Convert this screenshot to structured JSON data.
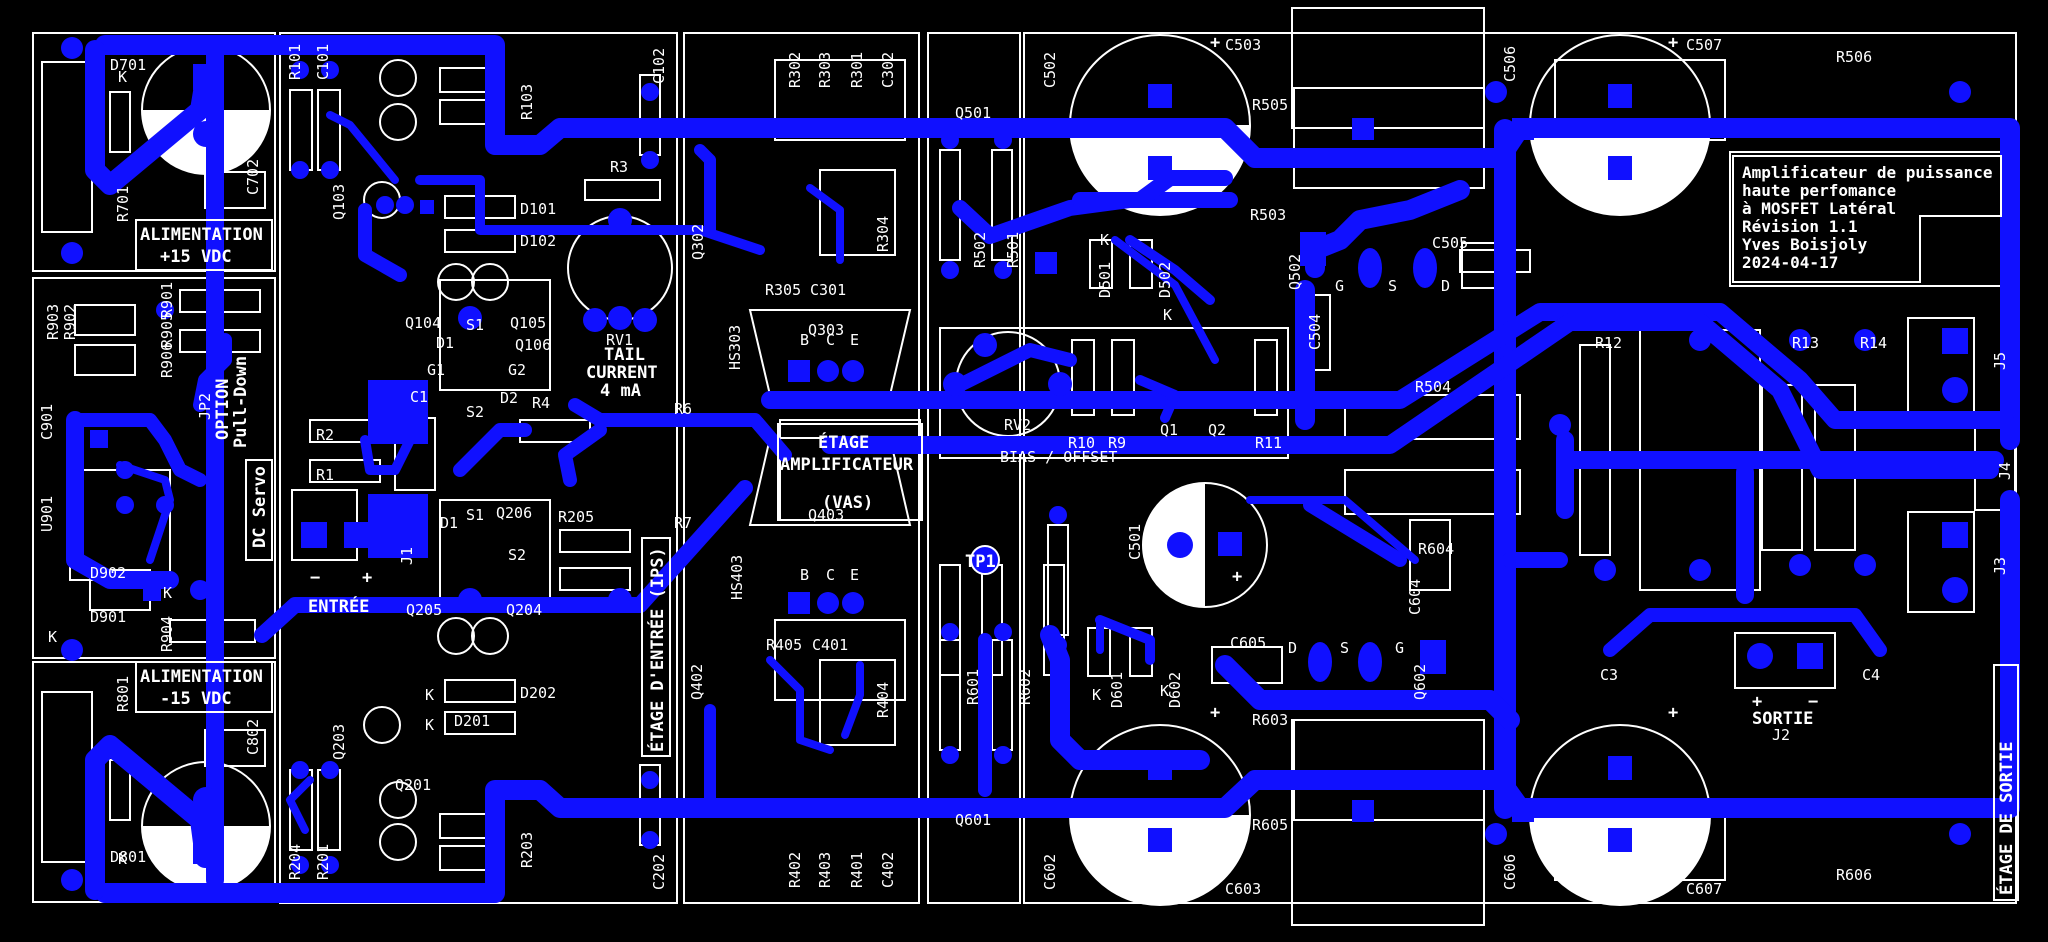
{
  "colors": {
    "board_background": "#000000",
    "copper": "#1010ff",
    "copper_light": "#4b4bff",
    "silkscreen": "#ffffff"
  },
  "title_block": {
    "line1": "Amplificateur de puissance",
    "line2": "haute perfomance",
    "line3": "à MOSFET Latéral",
    "line4": "Révision 1.1",
    "line5": "Yves Boisjoly",
    "line6": "2024-04-17"
  },
  "section_labels": {
    "psu_pos_1": "ALIMENTATION",
    "psu_pos_2": "+15 VDC",
    "psu_neg_1": "ALIMENTATION",
    "psu_neg_2": "-15 VDC",
    "dc_servo": "DC Servo",
    "jp2_1": "JP2",
    "jp2_2": "OPTION",
    "jp2_3": "Pull-Down",
    "tail_1": "TAIL",
    "tail_2": "CURRENT",
    "tail_3": "4 mA",
    "vas_1": "ÉTAGE",
    "vas_2": "AMPLIFICATEUR",
    "vas_3": "(VAS)",
    "input_stage": "ÉTAGE D'ENTRÉE (IPS)",
    "entree": "ENTRÉE",
    "sortie": "SORTIE",
    "tp1": "TP1",
    "bias": "BIAS / OFFSET",
    "output_stage": "ÉTAGE DE SORTIE"
  },
  "component_labels": [
    {
      "id": "d701",
      "text": "D701"
    },
    {
      "id": "r701",
      "text": "R701"
    },
    {
      "id": "c702",
      "text": "C702"
    },
    {
      "id": "r101",
      "text": "R101"
    },
    {
      "id": "c101",
      "text": "C101"
    },
    {
      "id": "r103",
      "text": "R103"
    },
    {
      "id": "q103",
      "text": "Q103"
    },
    {
      "id": "d101",
      "text": "D101"
    },
    {
      "id": "d102",
      "text": "D102"
    },
    {
      "id": "q104",
      "text": "Q104"
    },
    {
      "id": "q105",
      "text": "Q105"
    },
    {
      "id": "q106",
      "text": "Q106"
    },
    {
      "id": "c102",
      "text": "C102"
    },
    {
      "id": "r3",
      "text": "R3"
    },
    {
      "id": "rv1",
      "text": "RV1"
    },
    {
      "id": "r302",
      "text": "R302"
    },
    {
      "id": "r303",
      "text": "R303"
    },
    {
      "id": "r301",
      "text": "R301"
    },
    {
      "id": "c302",
      "text": "C302"
    },
    {
      "id": "q302",
      "text": "Q302"
    },
    {
      "id": "r304",
      "text": "R304"
    },
    {
      "id": "r305",
      "text": "R305"
    },
    {
      "id": "c301",
      "text": "C301"
    },
    {
      "id": "hs303",
      "text": "HS303"
    },
    {
      "id": "q303",
      "text": "Q303"
    },
    {
      "id": "q501",
      "text": "Q501"
    },
    {
      "id": "c502",
      "text": "C502"
    },
    {
      "id": "c503",
      "text": "C503"
    },
    {
      "id": "r505",
      "text": "R505"
    },
    {
      "id": "r503",
      "text": "R503"
    },
    {
      "id": "r502",
      "text": "R502"
    },
    {
      "id": "r501",
      "text": "R501"
    },
    {
      "id": "d501",
      "text": "D501"
    },
    {
      "id": "d502",
      "text": "D502"
    },
    {
      "id": "q502",
      "text": "Q502"
    },
    {
      "id": "c504",
      "text": "C504"
    },
    {
      "id": "c505",
      "text": "C505"
    },
    {
      "id": "c506",
      "text": "C506"
    },
    {
      "id": "c507",
      "text": "C507"
    },
    {
      "id": "r506",
      "text": "R506"
    },
    {
      "id": "r903",
      "text": "R903"
    },
    {
      "id": "r902",
      "text": "R902"
    },
    {
      "id": "r906",
      "text": "R906"
    },
    {
      "id": "r905",
      "text": "R905"
    },
    {
      "id": "r901",
      "text": "R901"
    },
    {
      "id": "c901",
      "text": "C901"
    },
    {
      "id": "u901",
      "text": "U901"
    },
    {
      "id": "d902",
      "text": "D902"
    },
    {
      "id": "d901",
      "text": "D901"
    },
    {
      "id": "r904",
      "text": "R904"
    },
    {
      "id": "r2",
      "text": "R2"
    },
    {
      "id": "r1",
      "text": "R1"
    },
    {
      "id": "c1",
      "text": "C1"
    },
    {
      "id": "j1",
      "text": "J1"
    },
    {
      "id": "r4",
      "text": "R4"
    },
    {
      "id": "r6",
      "text": "R6"
    },
    {
      "id": "r7",
      "text": "R7"
    },
    {
      "id": "r205",
      "text": "R205"
    },
    {
      "id": "q205",
      "text": "Q205"
    },
    {
      "id": "q204",
      "text": "Q204"
    },
    {
      "id": "q206",
      "text": "Q206"
    },
    {
      "id": "d202",
      "text": "D202"
    },
    {
      "id": "d201",
      "text": "D201"
    },
    {
      "id": "rv2",
      "text": "RV2"
    },
    {
      "id": "r10",
      "text": "R10"
    },
    {
      "id": "r9",
      "text": "R9"
    },
    {
      "id": "q1",
      "text": "Q1"
    },
    {
      "id": "q2",
      "text": "Q2"
    },
    {
      "id": "r11",
      "text": "R11"
    },
    {
      "id": "r504",
      "text": "R504"
    },
    {
      "id": "r12",
      "text": "R12"
    },
    {
      "id": "r13",
      "text": "R13"
    },
    {
      "id": "r14",
      "text": "R14"
    },
    {
      "id": "j5",
      "text": "J5"
    },
    {
      "id": "j4",
      "text": "J4"
    },
    {
      "id": "j3",
      "text": "J3"
    },
    {
      "id": "c501",
      "text": "C501"
    },
    {
      "id": "r604",
      "text": "R604"
    },
    {
      "id": "c604",
      "text": "C604"
    },
    {
      "id": "c3",
      "text": "C3"
    },
    {
      "id": "c4",
      "text": "C4"
    },
    {
      "id": "j2",
      "text": "J2"
    },
    {
      "id": "q403",
      "text": "Q403"
    },
    {
      "id": "hs403",
      "text": "HS403"
    },
    {
      "id": "r405",
      "text": "R405"
    },
    {
      "id": "c401",
      "text": "C401"
    },
    {
      "id": "q402",
      "text": "Q402"
    },
    {
      "id": "r404",
      "text": "R404"
    },
    {
      "id": "r402",
      "text": "R402"
    },
    {
      "id": "r403",
      "text": "R403"
    },
    {
      "id": "r401",
      "text": "R401"
    },
    {
      "id": "c402",
      "text": "C402"
    },
    {
      "id": "c202",
      "text": "C202"
    },
    {
      "id": "r601",
      "text": "R601"
    },
    {
      "id": "r602",
      "text": "R602"
    },
    {
      "id": "d601",
      "text": "D601"
    },
    {
      "id": "d602",
      "text": "D602"
    },
    {
      "id": "c605",
      "text": "C605"
    },
    {
      "id": "q602",
      "text": "Q602"
    },
    {
      "id": "r603",
      "text": "R603"
    },
    {
      "id": "r605",
      "text": "R605"
    },
    {
      "id": "q601",
      "text": "Q601"
    },
    {
      "id": "c602",
      "text": "C602"
    },
    {
      "id": "c603",
      "text": "C603"
    },
    {
      "id": "c606",
      "text": "C606"
    },
    {
      "id": "c607",
      "text": "C607"
    },
    {
      "id": "r606",
      "text": "R606"
    },
    {
      "id": "r801",
      "text": "R801"
    },
    {
      "id": "c802",
      "text": "C802"
    },
    {
      "id": "d801",
      "text": "D801"
    },
    {
      "id": "q203",
      "text": "Q203"
    },
    {
      "id": "q201",
      "text": "Q201"
    },
    {
      "id": "r204",
      "text": "R204"
    },
    {
      "id": "r201",
      "text": "R201"
    },
    {
      "id": "r203",
      "text": "R203"
    }
  ],
  "pin_letters": {
    "k": "K",
    "g": "G",
    "s": "S",
    "d": "D",
    "b": "B",
    "c": "C",
    "e": "E",
    "s1": "S1",
    "s2": "S2",
    "d1": "D1",
    "d2": "D2",
    "g1": "G1",
    "g2": "G2",
    "plus": "+",
    "minus": "−"
  }
}
